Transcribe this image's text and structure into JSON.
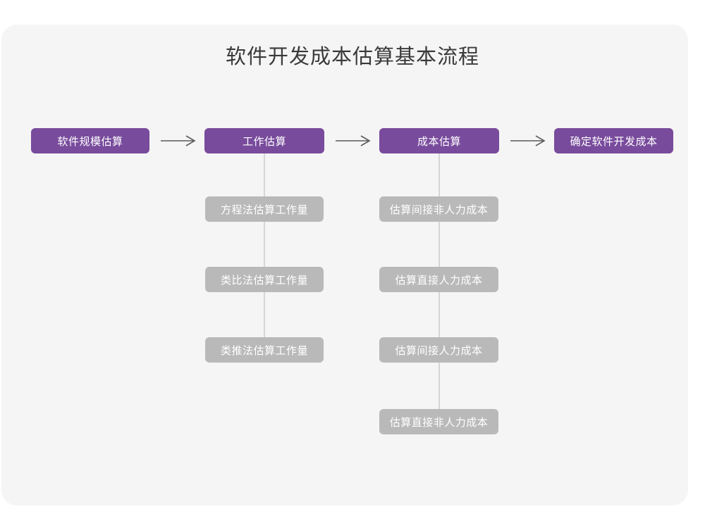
{
  "diagram": {
    "title": "软件开发成本估算基本流程",
    "background_color": "#f5f5f5",
    "page_color": "#ffffff",
    "primary_color": "#784b9c",
    "secondary_color": "#b9b9b9",
    "connector_color": "#d6d6d6",
    "arrow_color": "#5a5a5a",
    "type": "flowchart",
    "stages": [
      {
        "id": "stage-1",
        "label": "软件规模估算",
        "substeps": []
      },
      {
        "id": "stage-2",
        "label": "工作估算",
        "substeps": [
          "方程法估算工作量",
          "类比法估算工作量",
          "类推法估算工作量"
        ]
      },
      {
        "id": "stage-3",
        "label": "成本估算",
        "substeps": [
          "估算间接非人力成本",
          "估算直接人力成本",
          "估算间接人力成本",
          "估算直接非人力成本"
        ]
      },
      {
        "id": "stage-4",
        "label": "确定软件开发成本",
        "substeps": []
      }
    ],
    "arrows": [
      {
        "id": "arrow-1",
        "from": "stage-1",
        "to": "stage-2",
        "glyph": "right-arrow"
      },
      {
        "id": "arrow-2",
        "from": "stage-2",
        "to": "stage-3",
        "glyph": "right-arrow"
      },
      {
        "id": "arrow-3",
        "from": "stage-3",
        "to": "stage-4",
        "glyph": "right-arrow"
      }
    ]
  }
}
